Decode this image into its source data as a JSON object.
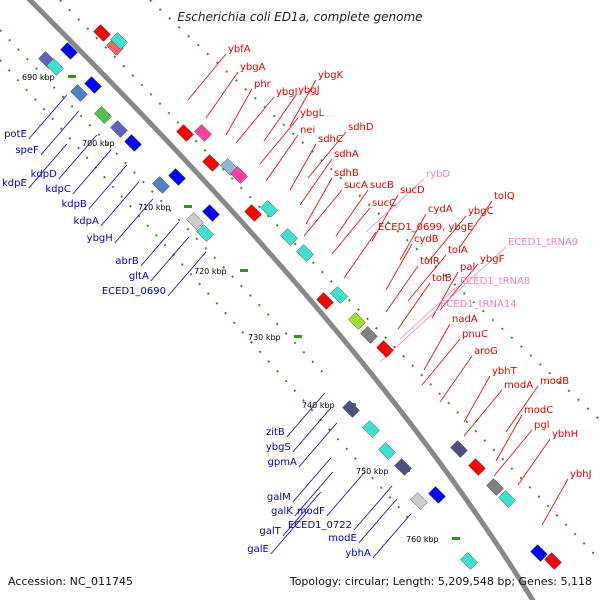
{
  "title": "Escherichia coli ED1a, complete genome",
  "footer": {
    "accession": "Accession: NC_011745",
    "topology": "Topology: circular; Length: 5,209,548 bp; Genes: 5,118"
  },
  "colors": {
    "forward_label": "#ee0000",
    "reverse_label": "#0000cc",
    "rna_label": "#f080c8",
    "backbone": "#888888",
    "tick": "#3a8f2a"
  },
  "ticks": [
    "690 kbp",
    "700 kbp",
    "710 kbp",
    "720 kbp",
    "730 kbp",
    "740 kbp",
    "750 kbp",
    "760 kbp"
  ],
  "forward_genes": [
    "ybfA",
    "ybgA",
    "phr",
    "ybgI",
    "ybgJ",
    "ybgK",
    "ybgL",
    "nei",
    "sdhC",
    "sdhD",
    "sdhA",
    "sdhB",
    "sucA",
    "sucB",
    "sucD",
    "sucC",
    "ECED1_0699, ybgE",
    "cydA",
    "ybgC",
    "tolQ",
    "cydB",
    "tolA",
    "tolR",
    "pal",
    "ybgF",
    "tolB",
    "nadA",
    "pnuC",
    "aroG",
    "ybhT",
    "modA",
    "modB",
    "modC",
    "pgl",
    "ybhH",
    "ybhJ"
  ],
  "rna_genes": [
    "rybD",
    "ECED1_tRNA9",
    "ECED1_tRNA8",
    "ECED1_tRNA14"
  ],
  "reverse_genes": [
    "potE",
    "speF",
    "kdpE",
    "kdpD",
    "kdpC",
    "kdpB",
    "kdpA",
    "ybgH",
    "abrB",
    "gltA",
    "ECED1_0690",
    "zitB",
    "ybgS",
    "gpmA",
    "galM",
    "galK",
    "modF",
    "galT",
    "ECED1_0722",
    "galE",
    "modE",
    "ybhA"
  ]
}
